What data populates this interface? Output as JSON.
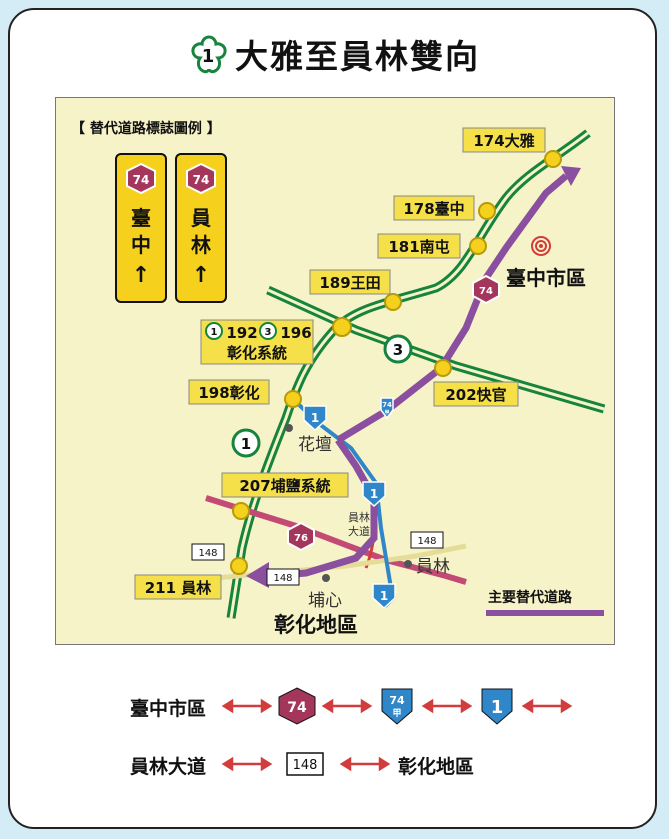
{
  "title": {
    "route_number": "1",
    "text": "大雅至員林雙向"
  },
  "legend": {
    "heading": "【 替代道路標誌圖例 】",
    "signs": [
      {
        "route": "74",
        "dest": [
          "臺",
          "中"
        ],
        "arrow": "↑"
      },
      {
        "route": "74",
        "dest": [
          "員",
          "林"
        ],
        "arrow": "↑"
      }
    ]
  },
  "map": {
    "interchanges": {
      "i174": "174大雅",
      "i178": "178臺中",
      "i181": "181南屯",
      "i189": "189王田",
      "i192_n1": "1",
      "i192_a": "192",
      "i192_n3": "3",
      "i192_b": "196",
      "i192_sub": "彰化系統",
      "i198": "198彰化",
      "i202": "202快官",
      "i207": "207埔鹽系統",
      "i211": "211 員林"
    },
    "places": {
      "taichung": "臺中市區",
      "huatan": "花壇",
      "yuanlin": "員林",
      "puxin": "埔心",
      "changhua": "彰化地區",
      "yuanlin_blvd_1": "員林",
      "yuanlin_blvd_2": "大道"
    },
    "shields": {
      "fwy1_a": "1",
      "fwy1_b": "1",
      "fwy1_c": "1",
      "fwy1_main": "1",
      "fwy3": "3",
      "p74": "74",
      "p74_2": "76",
      "p74a": "74",
      "p74a_sub": "甲",
      "r148_a": "148",
      "r148_b": "148",
      "r148_c": "148"
    },
    "key": "主要替代道路",
    "colors": {
      "freeway": "#16843c",
      "alt_route": "#8a4f9e",
      "interchange": "#f5d11d",
      "provincial": "#a4365c",
      "blue_route": "#2f86c9",
      "label_bg": "#f5e04a"
    }
  },
  "routes_row1": {
    "from": "臺中市區",
    "shield_74": "74",
    "shield_74a": "74",
    "shield_74a_sub": "甲",
    "shield_1": "1"
  },
  "routes_row2": {
    "from": "員林大道",
    "road": "148",
    "to": "彰化地區"
  }
}
